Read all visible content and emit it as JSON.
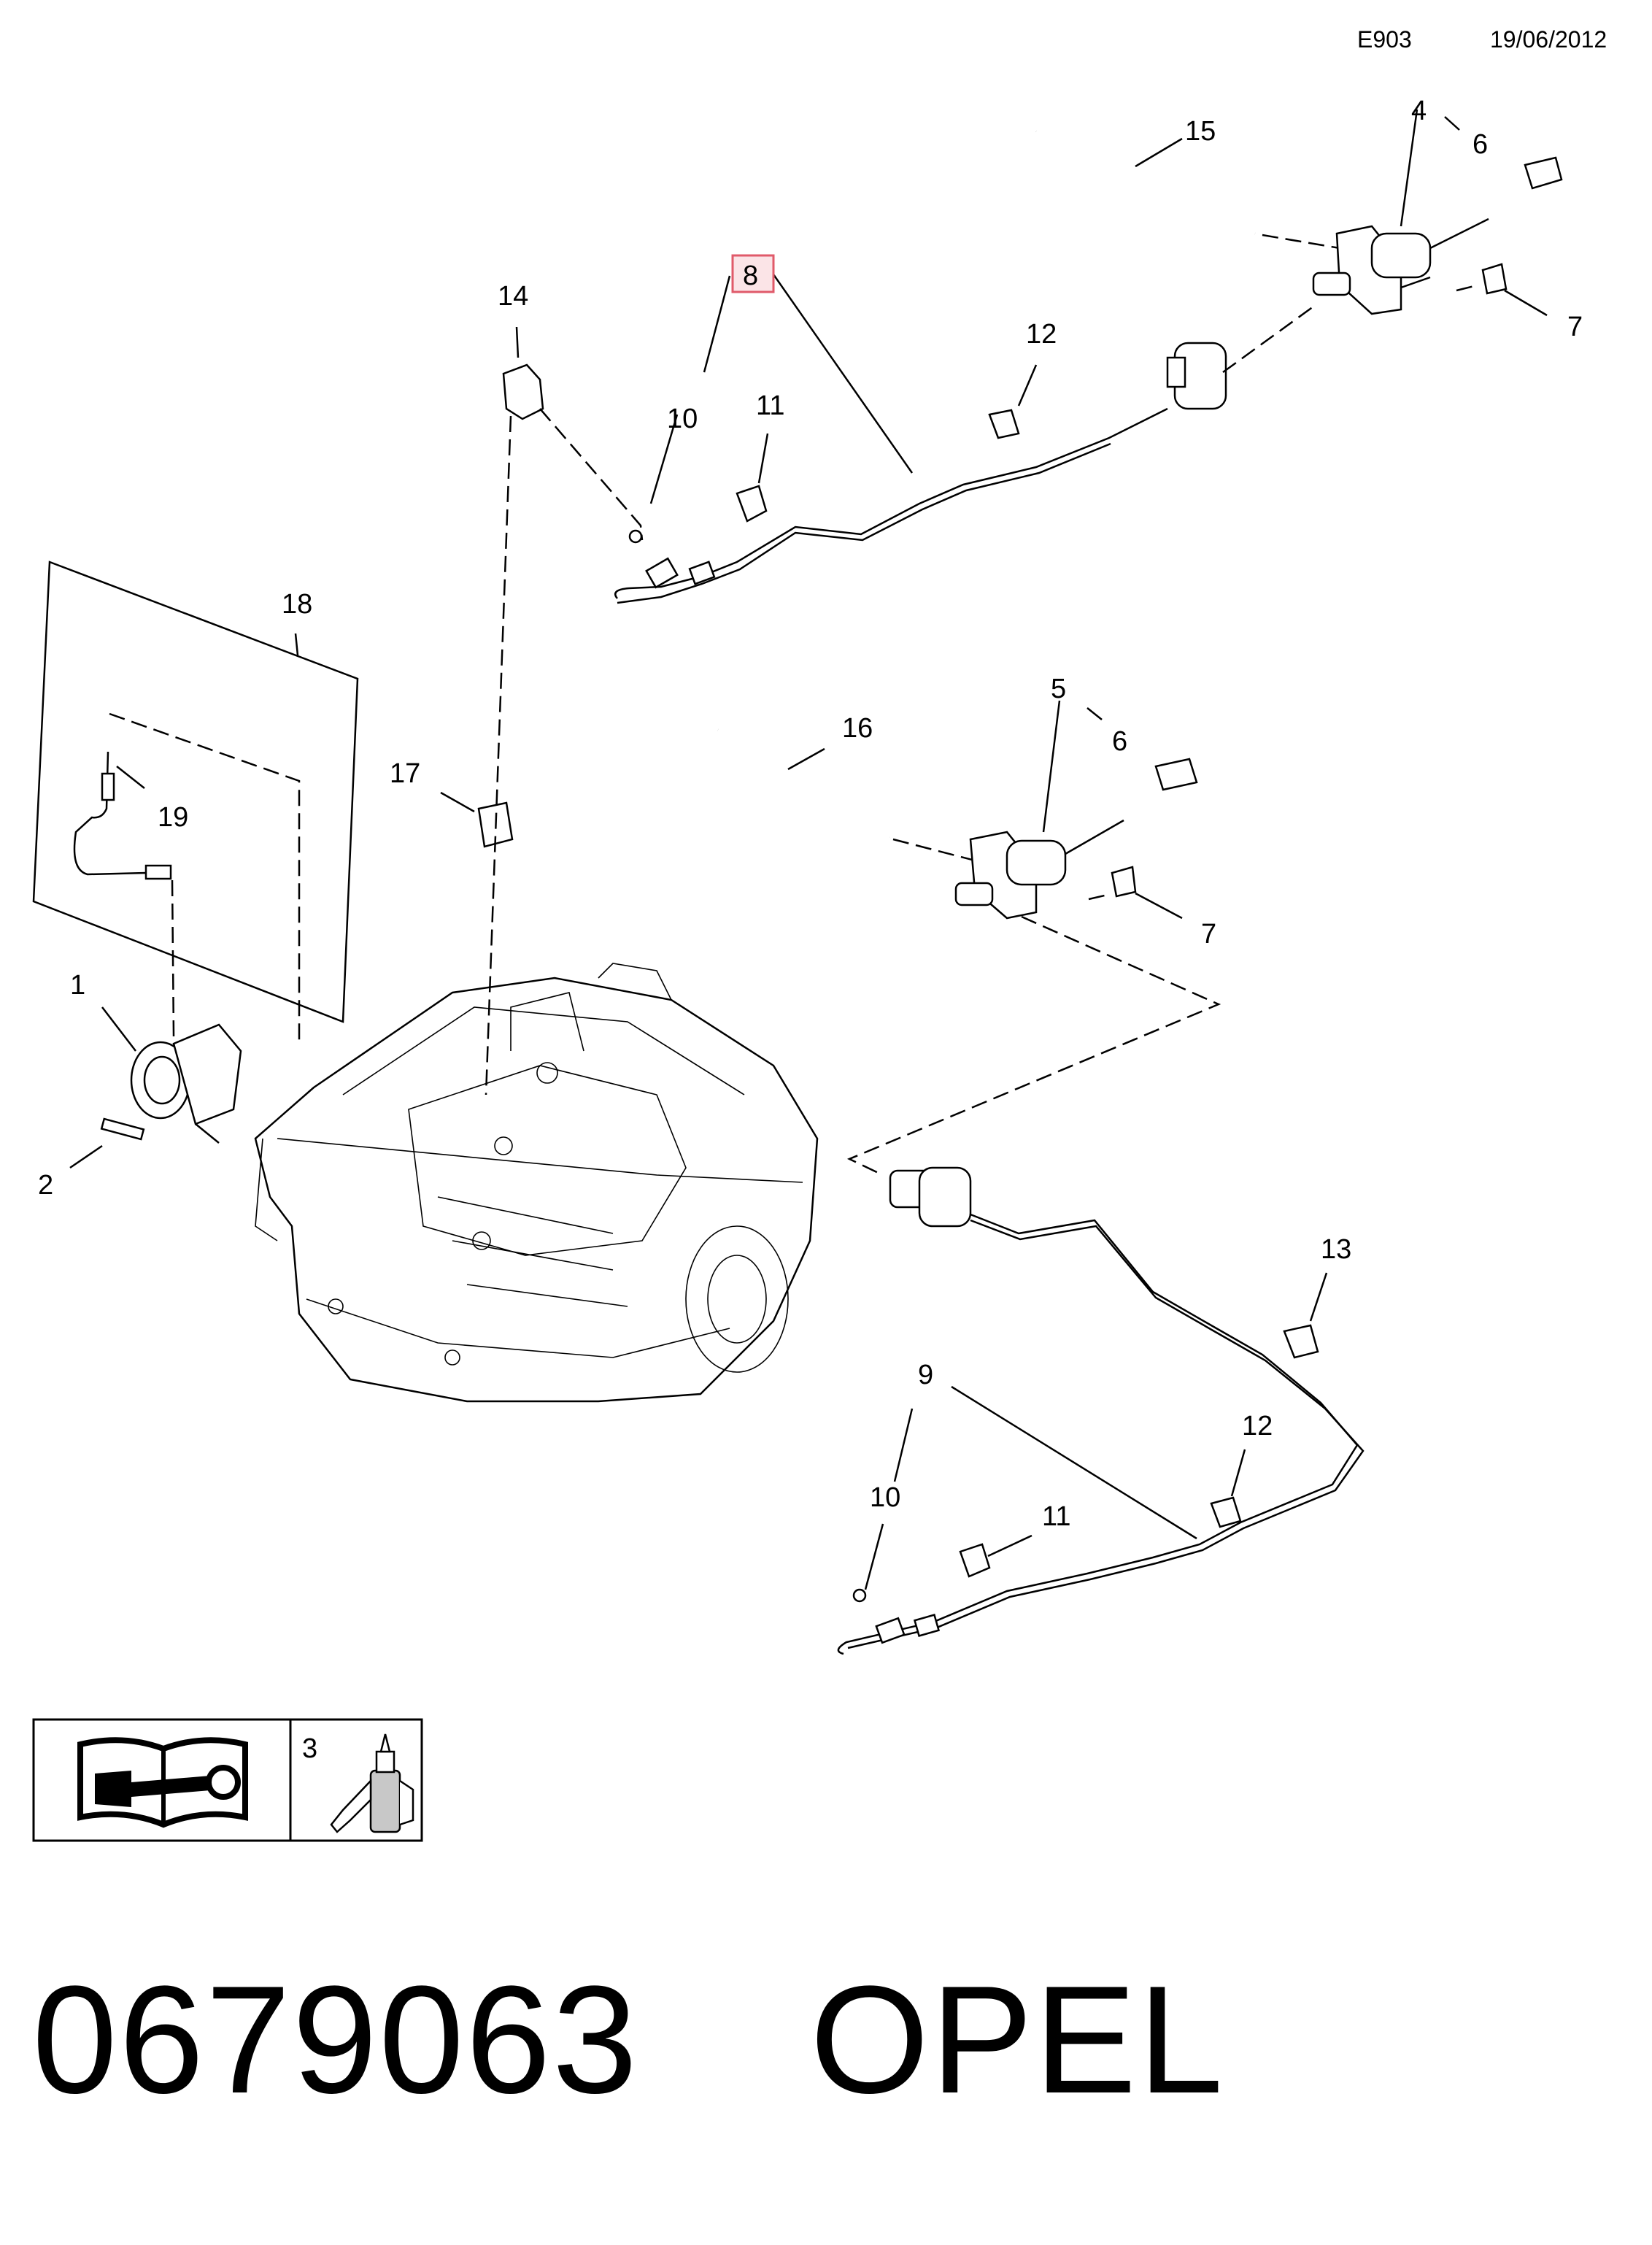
{
  "header": {
    "code": "E903",
    "date": "19/06/2012"
  },
  "footer": {
    "part_number": "0679063",
    "brand": "OPEL"
  },
  "callouts": {
    "c1": "1",
    "c2": "2",
    "c3": "3",
    "c4": "4",
    "c5": "5",
    "c6a": "6",
    "c6b": "6",
    "c7a": "7",
    "c7b": "7",
    "c8": "8",
    "c9": "9",
    "c10a": "10",
    "c10b": "10",
    "c11a": "11",
    "c11b": "11",
    "c12a": "12",
    "c12b": "12",
    "c13": "13",
    "c14": "14",
    "c15": "15",
    "c16": "16",
    "c17": "17",
    "c18": "18",
    "c19": "19"
  },
  "highlight": {
    "callout": "8",
    "color": "#e05a6a"
  },
  "icons": {
    "manual": "repair-manual-icon",
    "adhesive": "adhesive-bottle-icon"
  }
}
